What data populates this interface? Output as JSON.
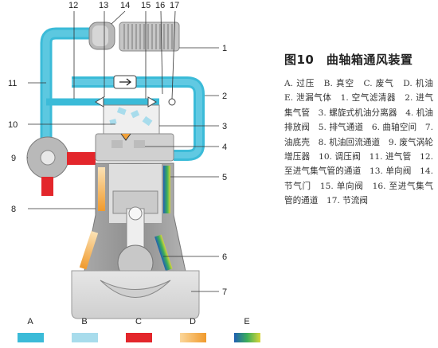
{
  "figure": {
    "title": "图10　曲轴箱通风装置",
    "caption": "A. 过压　B. 真空　C. 废气　D. 机油　E. 泄漏气体　1. 空气滤清器　2. 进气集气管　3. 螺旋式机油分离器　4. 机油排放阀　5. 排气通道　6. 曲轴空间　7. 油底壳　8. 机油回流通道　9. 废气涡轮增压器　10. 调压阀　11. 进气管　12. 至进气集气管的通道　13. 单向阀　14. 节气门　15. 单向阀　16. 至进气集气管的通道　17. 节流阀"
  },
  "callouts": {
    "n1": "1",
    "n2": "2",
    "n3": "3",
    "n4": "4",
    "n5": "5",
    "n6": "6",
    "n7": "7",
    "n8": "8",
    "n9": "9",
    "n10": "10",
    "n11": "11",
    "n12": "12",
    "n13": "13",
    "n14": "14",
    "n15": "15",
    "n16": "16",
    "n17": "17"
  },
  "legend": [
    {
      "letter": "A",
      "color": "#3bbbd8"
    },
    {
      "letter": "B",
      "color": "#a8dcec"
    },
    {
      "letter": "C",
      "color": "#e3262b"
    },
    {
      "letter": "D",
      "color": "#f2a23a"
    },
    {
      "letter": "E",
      "color": "gradient-blue-green-yellow"
    }
  ],
  "colors": {
    "pressure": "#3bbbd8",
    "vacuum": "#a8dcec",
    "exhaust": "#e3262b",
    "oil": "#f2a23a",
    "engine_body": "#9a9a9a"
  }
}
